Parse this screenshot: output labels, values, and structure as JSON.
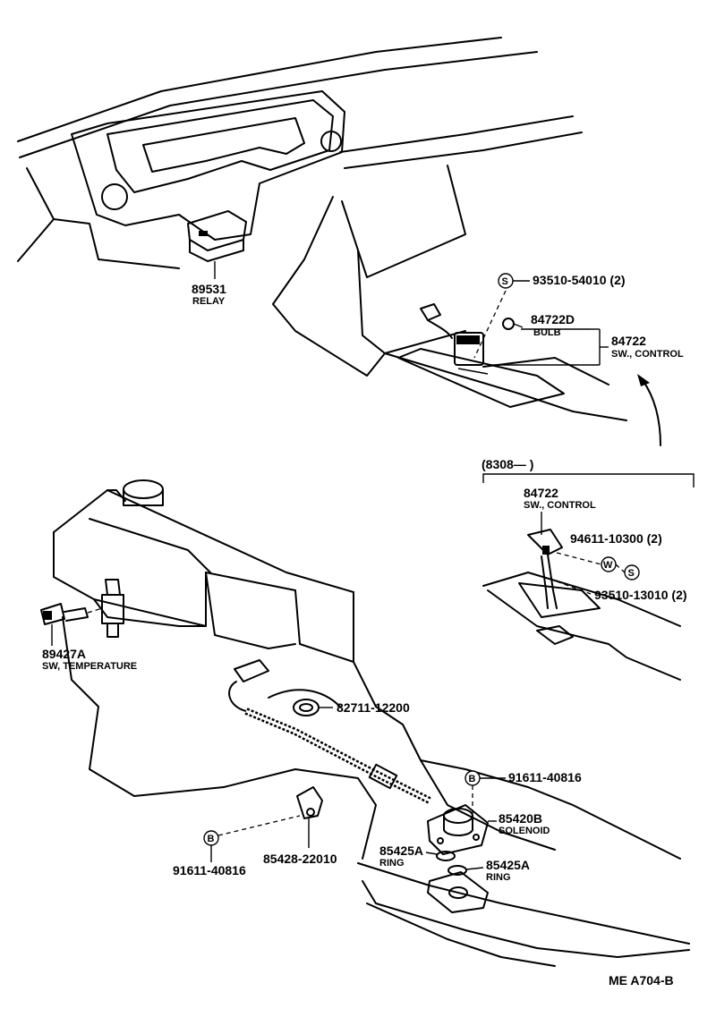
{
  "labels": {
    "relay_num": "89531",
    "relay_name": "RELAY",
    "screw_top": "93510-54010 (2)",
    "screw_top_sym": "S",
    "bulb_num": "84722D",
    "bulb_name": "BULB",
    "control_num": "84722",
    "control_name": "SW., CONTROL",
    "inset_range": "(8308—        )",
    "inset_control_num": "84722",
    "inset_control_name": "SW., CONTROL",
    "washer": "94611-10300 (2)",
    "washer_sym": "W",
    "screw_inset": "93510-13010 (2)",
    "screw_inset_sym": "S",
    "temp_num": "89427A",
    "temp_name": "SW, TEMPERATURE",
    "clamp": "82711-12200",
    "bolt_right": "91611-40816",
    "bolt_right_sym": "B",
    "solenoid_num": "85420B",
    "solenoid_name": "SOLENOID",
    "ring1_num": "85425A",
    "ring1_name": "RING",
    "ring2_num": "85425A",
    "ring2_name": "RING",
    "bolt_left": "91611-40816",
    "bolt_left_sym": "B",
    "bracket": "85428-22010",
    "ref_code": "ME  A704-B"
  }
}
